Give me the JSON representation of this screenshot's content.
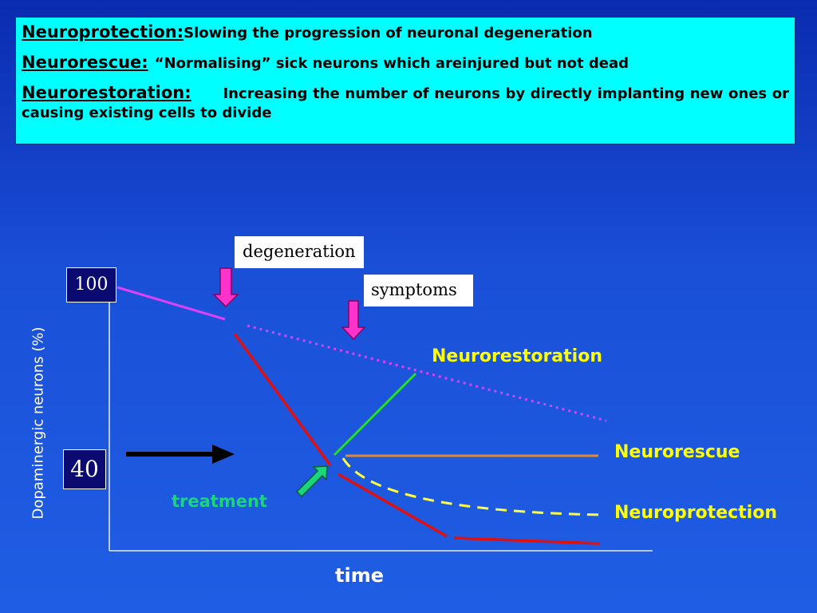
{
  "definitions": {
    "neuroprotection": {
      "term": "Neuroprotection:",
      "description": "Slowing the progression of neuronal degeneration"
    },
    "neurorescue": {
      "term": "Neurorescue:",
      "description": "“Normalising” sick neurons which areinjured but not dead"
    },
    "neurorestoration": {
      "term": "Neurorestoration:",
      "description": "Increasing the number of neurons by directly implanting new ones or causing existing cells to divide"
    }
  },
  "diagram": {
    "y_axis_label": "Dopaminergic neurons (%)",
    "x_axis_label": "time",
    "y_value_top": "100",
    "y_value_bottom": "40",
    "marker_degeneration": "degeneration",
    "marker_symptoms": "symptoms",
    "marker_treatment": "treatment",
    "curve_neurorestoration": "Neurorestoration",
    "curve_neurorescue": "Neurorescue",
    "curve_neuroprotection": "Neuroprotection"
  },
  "colors": {
    "background": "#1a50d8",
    "definitions_box": "#00ffff",
    "natural_decline": "#e040ff",
    "degeneration_line": "#e01010",
    "neurorestoration_line": "#22e022",
    "neurorescue_line": "#e08a2a",
    "neuroprotection_line": "#ffff40",
    "marker_arrow": "#ff33cc",
    "treatment_arrow": "#1ad67a"
  }
}
